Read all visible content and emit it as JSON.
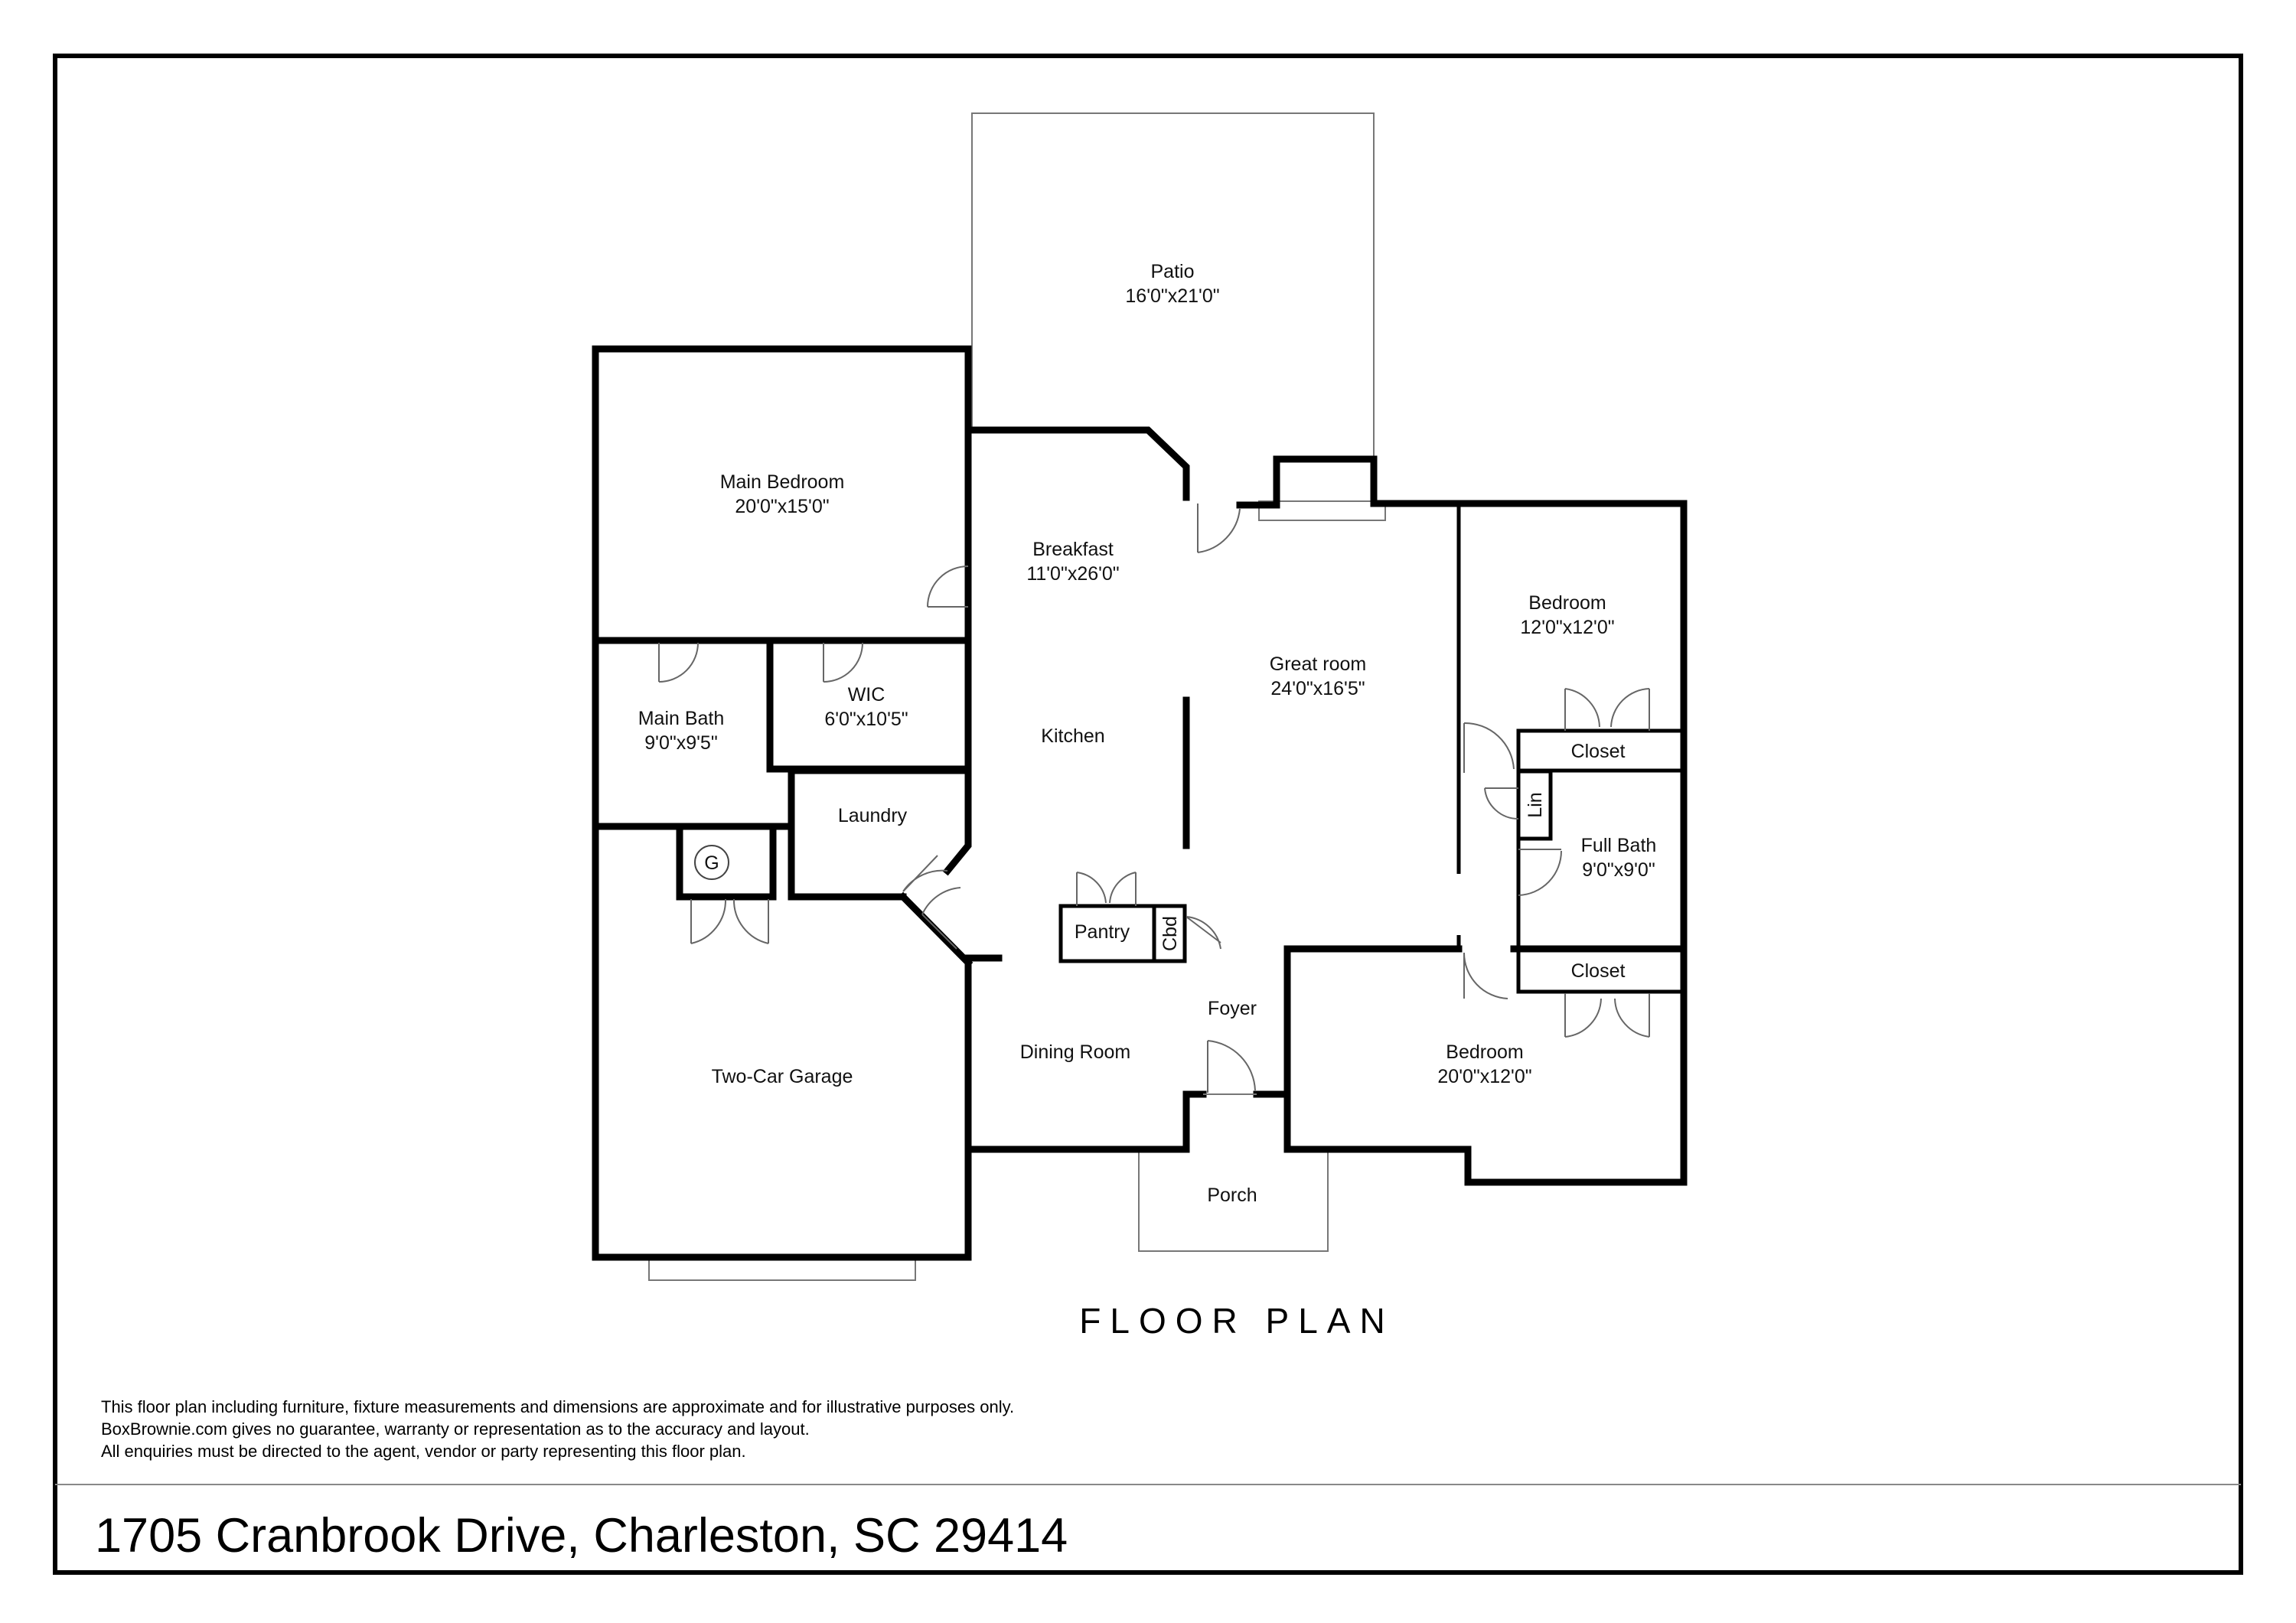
{
  "rooms": {
    "patio": {
      "name": "Patio",
      "dims": "16'0\"x21'0\""
    },
    "main_bedroom": {
      "name": "Main Bedroom",
      "dims": "20'0\"x15'0\""
    },
    "breakfast": {
      "name": "Breakfast",
      "dims": "11'0\"x26'0\""
    },
    "great_room": {
      "name": "Great room",
      "dims": "24'0\"x16'5\""
    },
    "bedroom_1": {
      "name": "Bedroom",
      "dims": "12'0\"x12'0\""
    },
    "main_bath": {
      "name": "Main Bath",
      "dims": "9'0\"x9'5\""
    },
    "wic": {
      "name": "WIC",
      "dims": "6'0\"x10'5\""
    },
    "kitchen": {
      "name": "Kitchen"
    },
    "closet_1": {
      "name": "Closet"
    },
    "lin": {
      "name": "Lin"
    },
    "laundry": {
      "name": "Laundry"
    },
    "full_bath": {
      "name": "Full Bath",
      "dims": "9'0\"x9'0\""
    },
    "garage_symbol": {
      "name": "G"
    },
    "pantry": {
      "name": "Pantry"
    },
    "cbd": {
      "name": "Cbd"
    },
    "closet_2": {
      "name": "Closet"
    },
    "foyer": {
      "name": "Foyer"
    },
    "dining": {
      "name": "Dining Room"
    },
    "bedroom_2": {
      "name": "Bedroom",
      "dims": "20'0\"x12'0\""
    },
    "garage": {
      "name": "Two-Car Garage"
    },
    "porch": {
      "name": "Porch"
    }
  },
  "plan_title": "FLOOR PLAN",
  "disclaimer": [
    "This floor plan including furniture, fixture measurements and dimensions are approximate and for illustrative purposes only.",
    "BoxBrownie.com gives no guarantee, warranty or representation as to the accuracy and layout.",
    "All enquiries must be directed to the agent, vendor or party representing this floor plan."
  ],
  "address": "1705 Cranbrook Drive, Charleston, SC 29414",
  "colors": {
    "wall": "#000000",
    "background": "#ffffff",
    "outline": "#777777"
  }
}
